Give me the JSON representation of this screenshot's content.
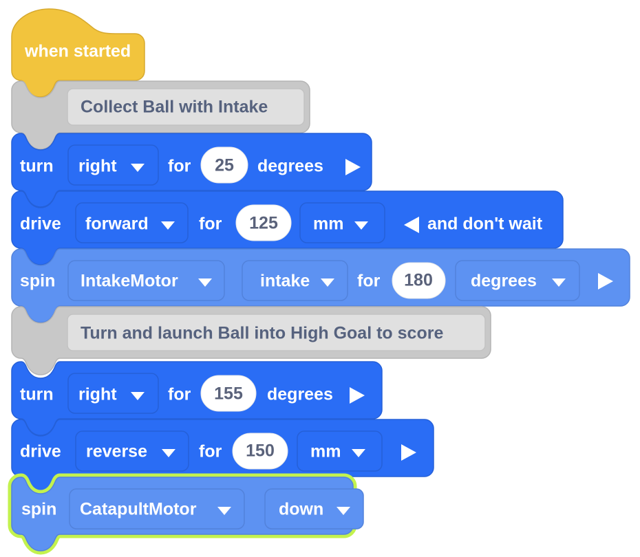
{
  "app": {
    "name": "VEXcode Block Programming Workspace",
    "background_color": "#ffffff"
  },
  "colors": {
    "event_block": "#f2c43d",
    "event_block_stroke": "#d6a92f",
    "drivetrain_block": "#2a6df5",
    "drivetrain_block_stroke": "#2560d8",
    "motor_block": "#5d92f2",
    "motor_block_stroke": "#5282db",
    "comment_block": "#c8c8c8",
    "comment_block_stroke": "#b4b4b4",
    "comment_field": "#e0e0e0",
    "comment_text": "#56627e",
    "number_field": "#ffffff",
    "number_text": "#5a627a",
    "label_text": "#ffffff",
    "highlight_glow": "#c3f24e"
  },
  "script": {
    "name": "main-script-stack",
    "blocks": [
      {
        "id": "block-when-started",
        "type": "event-hat",
        "label": "when started",
        "category": "event",
        "highlighted": false
      },
      {
        "id": "block-comment-1",
        "type": "comment",
        "text": "Collect Ball with Intake",
        "category": "comment",
        "highlighted": false
      },
      {
        "id": "block-turn-1",
        "type": "drivetrain-turn",
        "category": "drivetrain",
        "highlighted": false,
        "parts": [
          {
            "kind": "label",
            "name": "turn-keyword",
            "text": "turn"
          },
          {
            "kind": "dropdown",
            "name": "turn-direction-dropdown",
            "value": "right"
          },
          {
            "kind": "label",
            "name": "for-keyword",
            "text": "for"
          },
          {
            "kind": "number",
            "name": "turn-amount-input",
            "value": "25"
          },
          {
            "kind": "label",
            "name": "degrees-keyword",
            "text": "degrees"
          },
          {
            "kind": "arrow-right",
            "name": "expand-arrow-icon"
          }
        ]
      },
      {
        "id": "block-drive-1",
        "type": "drivetrain-drive",
        "category": "drivetrain",
        "highlighted": false,
        "parts": [
          {
            "kind": "label",
            "name": "drive-keyword",
            "text": "drive"
          },
          {
            "kind": "dropdown",
            "name": "drive-direction-dropdown",
            "value": "forward"
          },
          {
            "kind": "label",
            "name": "for-keyword",
            "text": "for"
          },
          {
            "kind": "number",
            "name": "drive-distance-input",
            "value": "125"
          },
          {
            "kind": "dropdown",
            "name": "drive-units-dropdown",
            "value": "mm"
          },
          {
            "kind": "arrow-left",
            "name": "collapse-arrow-icon"
          },
          {
            "kind": "label",
            "name": "dont-wait-label",
            "text": "and don't wait"
          }
        ]
      },
      {
        "id": "block-spin-1",
        "type": "motor-spin",
        "category": "motor",
        "highlighted": false,
        "parts": [
          {
            "kind": "label",
            "name": "spin-keyword",
            "text": "spin"
          },
          {
            "kind": "dropdown",
            "name": "spin-motor-dropdown",
            "value": "IntakeMotor"
          },
          {
            "kind": "dropdown",
            "name": "spin-direction-dropdown",
            "value": "intake"
          },
          {
            "kind": "label",
            "name": "for-keyword",
            "text": "for"
          },
          {
            "kind": "number",
            "name": "spin-amount-input",
            "value": "180"
          },
          {
            "kind": "dropdown",
            "name": "spin-units-dropdown",
            "value": "degrees"
          },
          {
            "kind": "arrow-right",
            "name": "expand-arrow-icon"
          }
        ]
      },
      {
        "id": "block-comment-2",
        "type": "comment",
        "text": "Turn and launch Ball into High Goal to score",
        "category": "comment",
        "highlighted": false
      },
      {
        "id": "block-turn-2",
        "type": "drivetrain-turn",
        "category": "drivetrain",
        "highlighted": false,
        "parts": [
          {
            "kind": "label",
            "name": "turn-keyword",
            "text": "turn"
          },
          {
            "kind": "dropdown",
            "name": "turn-direction-dropdown",
            "value": "right"
          },
          {
            "kind": "label",
            "name": "for-keyword",
            "text": "for"
          },
          {
            "kind": "number",
            "name": "turn-amount-input",
            "value": "155"
          },
          {
            "kind": "label",
            "name": "degrees-keyword",
            "text": "degrees"
          },
          {
            "kind": "arrow-right",
            "name": "expand-arrow-icon"
          }
        ]
      },
      {
        "id": "block-drive-2",
        "type": "drivetrain-drive",
        "category": "drivetrain",
        "highlighted": false,
        "parts": [
          {
            "kind": "label",
            "name": "drive-keyword",
            "text": "drive"
          },
          {
            "kind": "dropdown",
            "name": "drive-direction-dropdown",
            "value": "reverse"
          },
          {
            "kind": "label",
            "name": "for-keyword",
            "text": "for"
          },
          {
            "kind": "number",
            "name": "drive-distance-input",
            "value": "150"
          },
          {
            "kind": "dropdown",
            "name": "drive-units-dropdown",
            "value": "mm"
          },
          {
            "kind": "arrow-right",
            "name": "expand-arrow-icon"
          }
        ]
      },
      {
        "id": "block-spin-2",
        "type": "motor-spin",
        "category": "motor",
        "highlighted": true,
        "parts": [
          {
            "kind": "label",
            "name": "spin-keyword",
            "text": "spin"
          },
          {
            "kind": "dropdown",
            "name": "spin-motor-dropdown",
            "value": "CatapultMotor"
          },
          {
            "kind": "dropdown",
            "name": "spin-direction-dropdown",
            "value": "down"
          }
        ]
      }
    ]
  },
  "text": {
    "when_started": "when started",
    "comment_1": "Collect Ball with Intake",
    "turn_1_keyword": "turn",
    "turn_1_direction": "right",
    "turn_1_for": "for",
    "turn_1_value": "25",
    "turn_1_units": "degrees",
    "drive_1_keyword": "drive",
    "drive_1_direction": "forward",
    "drive_1_for": "for",
    "drive_1_value": "125",
    "drive_1_units": "mm",
    "drive_1_wait": "and don't wait",
    "spin_1_keyword": "spin",
    "spin_1_motor": "IntakeMotor",
    "spin_1_direction": "intake",
    "spin_1_for": "for",
    "spin_1_value": "180",
    "spin_1_units": "degrees",
    "comment_2": "Turn and launch Ball into High Goal to score",
    "turn_2_keyword": "turn",
    "turn_2_direction": "right",
    "turn_2_for": "for",
    "turn_2_value": "155",
    "turn_2_units": "degrees",
    "drive_2_keyword": "drive",
    "drive_2_direction": "reverse",
    "drive_2_for": "for",
    "drive_2_value": "150",
    "drive_2_units": "mm",
    "spin_2_keyword": "spin",
    "spin_2_motor": "CatapultMotor",
    "spin_2_direction": "down"
  }
}
